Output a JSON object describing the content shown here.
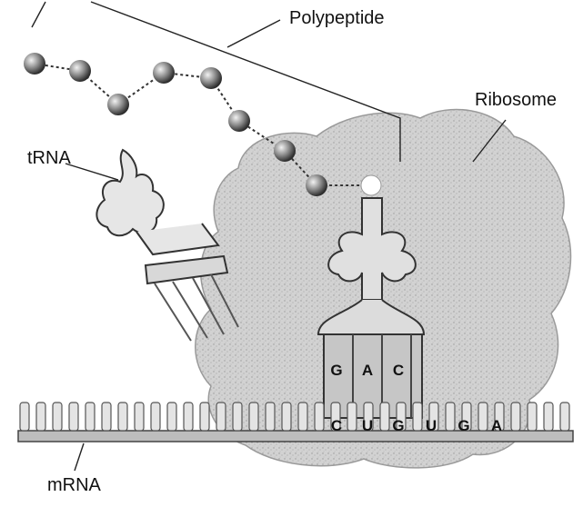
{
  "labels": {
    "polypeptide": "Polypeptide",
    "ribosome": "Ribosome",
    "trna": "tRNA",
    "mrna": "mRNA"
  },
  "anticodon": [
    "G",
    "A",
    "C"
  ],
  "codons": [
    "C",
    "U",
    "G",
    "U",
    "G",
    "A"
  ],
  "colors": {
    "ribosome_fill": "#cfcfcf",
    "bead_fill": "#8a8a8a",
    "line": "#222222",
    "strand": "#bdbdbd"
  }
}
